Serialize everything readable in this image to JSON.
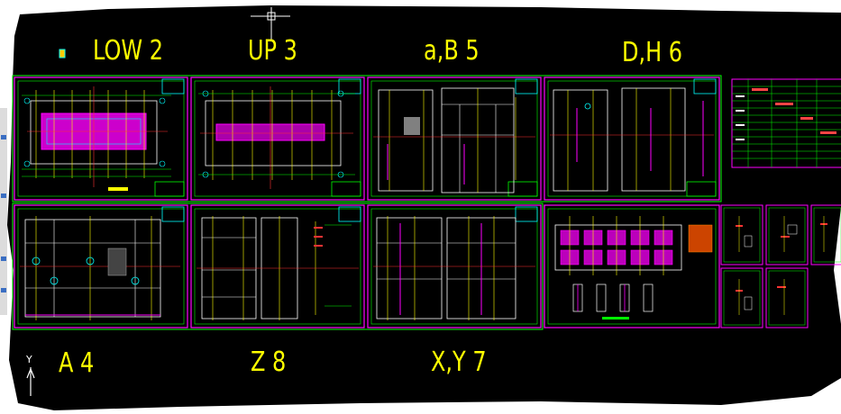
{
  "canvas": {
    "background_color": "#000000",
    "frame_color": "#ff00ff",
    "border_color": "#00ff00",
    "label_color": "#ffff00"
  },
  "sheet_labels": {
    "low": "LOW 2",
    "up": "UP 3",
    "ab": "a,B 5",
    "dh": "D,H 6",
    "a": "A 4",
    "z": "Z 8",
    "xy": "X,Y 7"
  },
  "ucs": {
    "y_axis_label": "Y",
    "icon": "ucs-axis-icon"
  }
}
